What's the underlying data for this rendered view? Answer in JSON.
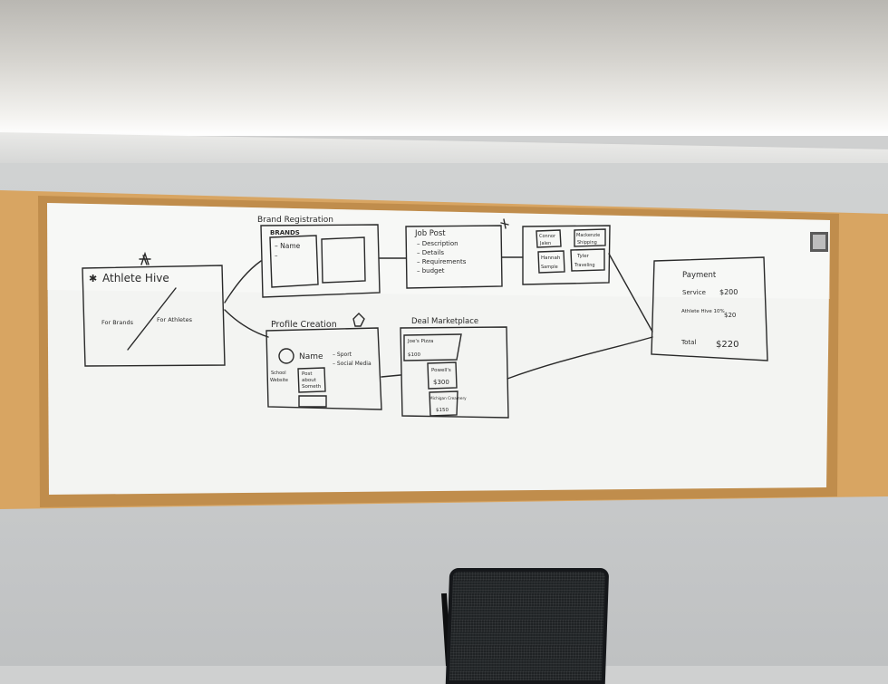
{
  "whiteboard": {
    "athlete_hive": {
      "title": "Athlete Hive",
      "left": "For Brands",
      "right": "For Athletes"
    },
    "brand_registration": {
      "heading": "Brand Registration",
      "label": "BRANDS",
      "field": "– Name"
    },
    "job_post": {
      "heading": "Job Post",
      "items": [
        "– Description",
        "– Details",
        "– Requirements",
        "– budget"
      ]
    },
    "athletes_grid": {
      "cells": [
        "Connor",
        "Jalen",
        "Mackenzie",
        "Shipping",
        "Hannah",
        "Sample",
        "Tyler",
        "Traveling"
      ]
    },
    "profile_creation": {
      "heading": "Profile Creation",
      "name": "Name",
      "stats": [
        "– Sport",
        "– Social Media"
      ],
      "school": "School",
      "website": "Website",
      "post": [
        "Post",
        "about",
        "Someth"
      ]
    },
    "deal_marketplace": {
      "heading": "Deal Marketplace",
      "deals": [
        {
          "name": "Joe's Pizza",
          "price": "$100"
        },
        {
          "name": "Powell's",
          "price": "$300"
        },
        {
          "name": "Michigan Creamery",
          "price": "$150"
        }
      ]
    },
    "payment": {
      "heading": "Payment",
      "service_label": "Service",
      "service_amount": "$200",
      "fee_label": "Athlete Hive 10%",
      "fee_amount": "$20",
      "total_label": "Total",
      "total_amount": "$220"
    }
  },
  "colors": {
    "marker": "#2a2a2a",
    "frame": "#d8a562",
    "board": "#f3f4f2"
  }
}
